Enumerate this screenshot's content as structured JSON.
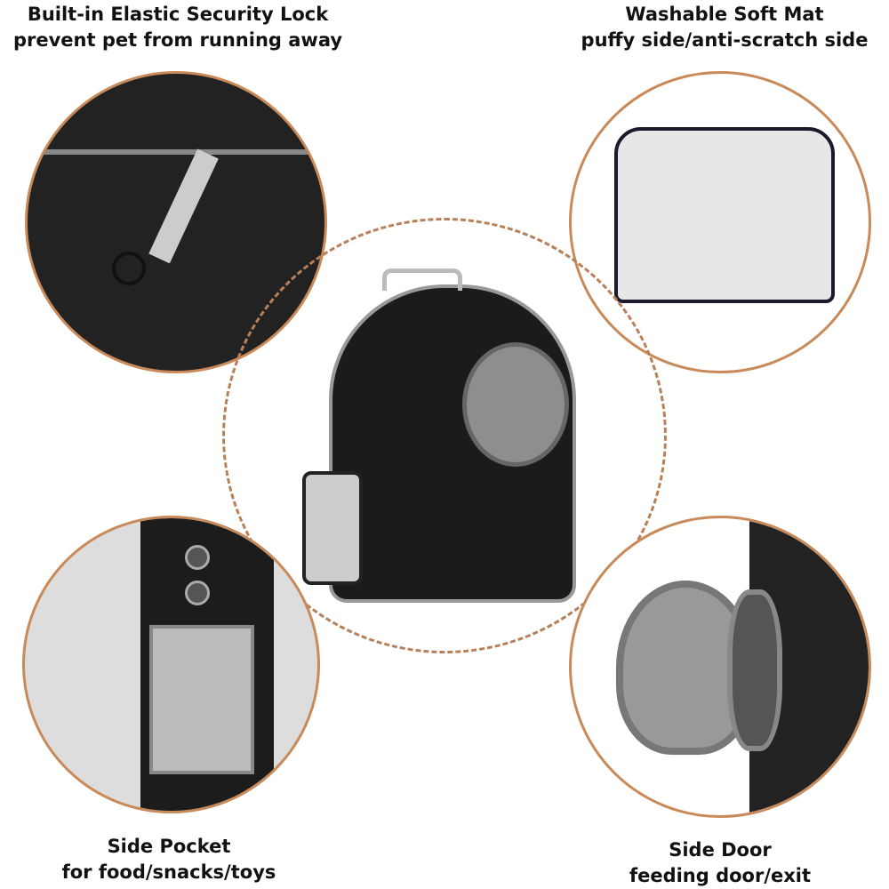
{
  "captions": {
    "top_left": {
      "line1": "Built-in Elastic Security Lock",
      "line2": "prevent pet from running away"
    },
    "top_right": {
      "line1": "Washable Soft Mat",
      "line2": "puffy side/anti-scratch side"
    },
    "bottom_left": {
      "line1": "Side Pocket",
      "line2": "for food/snacks/toys"
    },
    "bottom_right": {
      "line1": "Side Door",
      "line2": "feeding door/exit"
    }
  },
  "colors": {
    "circle_border": "#c98a5a",
    "fabric": "#1e1e1e",
    "mat": "#e6e8e6"
  }
}
